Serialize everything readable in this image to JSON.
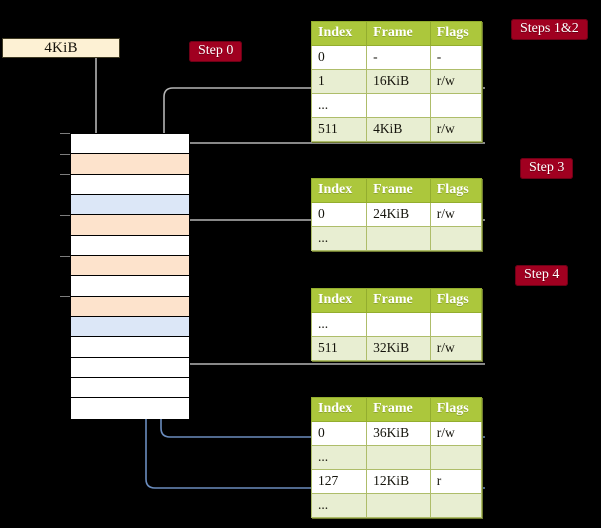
{
  "diagram": {
    "title": "multi-level-page-table-walk",
    "background": "#000000",
    "page_box": {
      "label": "4KiB"
    },
    "badges": [
      {
        "id": "step0",
        "label": "Step 0"
      },
      {
        "id": "steps1and2",
        "label": "Steps 1&2"
      },
      {
        "id": "step3",
        "label": "Step 3"
      },
      {
        "id": "step4",
        "label": "Step 4"
      }
    ],
    "colors": {
      "badge_bg": "#a00020",
      "badge_text": "#ffffff",
      "table_header_bg": "#acc73c",
      "table_header_text": "#ffffff",
      "table_shade_bg": "#e8eed2",
      "table_highlight_bg": "#fbf59a",
      "page_box_bg": "#fdf1d4",
      "memory_orange": "#fde3cc",
      "memory_blue": "#dce7f7",
      "memory_white": "#ffffff",
      "wire_gray": "#b5b5b5",
      "wire_blue": "#6a8cbe"
    },
    "memory_column": {
      "name": "physical-memory-frames",
      "row_count": 14,
      "rows": [
        {
          "fill": "white"
        },
        {
          "fill": "orange"
        },
        {
          "fill": "white"
        },
        {
          "fill": "blue"
        },
        {
          "fill": "orange"
        },
        {
          "fill": "white"
        },
        {
          "fill": "orange"
        },
        {
          "fill": "white"
        },
        {
          "fill": "orange"
        },
        {
          "fill": "blue"
        },
        {
          "fill": "white"
        },
        {
          "fill": "white"
        },
        {
          "fill": "white"
        },
        {
          "fill": "white"
        }
      ]
    },
    "tables": [
      {
        "id": "table-level-0",
        "headers": [
          "Index",
          "Frame",
          "Flags"
        ],
        "rows": [
          {
            "cells": [
              "0",
              "-",
              "-"
            ],
            "shaded": false,
            "highlight": false
          },
          {
            "cells": [
              "1",
              "16KiB",
              "r/w"
            ],
            "shaded": true,
            "highlight": false
          },
          {
            "cells": [
              "...",
              "",
              ""
            ],
            "shaded": false,
            "highlight": false
          },
          {
            "cells": [
              "511",
              "4KiB",
              "r/w"
            ],
            "shaded": true,
            "highlight": true
          }
        ]
      },
      {
        "id": "table-level-1",
        "headers": [
          "Index",
          "Frame",
          "Flags"
        ],
        "rows": [
          {
            "cells": [
              "0",
              "24KiB",
              "r/w"
            ],
            "shaded": false,
            "highlight": false
          },
          {
            "cells": [
              "...",
              "",
              ""
            ],
            "shaded": true,
            "highlight": false
          }
        ]
      },
      {
        "id": "table-level-2",
        "headers": [
          "Index",
          "Frame",
          "Flags"
        ],
        "rows": [
          {
            "cells": [
              "...",
              "",
              ""
            ],
            "shaded": false,
            "highlight": false
          },
          {
            "cells": [
              "511",
              "32KiB",
              "r/w"
            ],
            "shaded": true,
            "highlight": false
          }
        ]
      },
      {
        "id": "table-level-3",
        "headers": [
          "Index",
          "Frame",
          "Flags"
        ],
        "rows": [
          {
            "cells": [
              "0",
              "36KiB",
              "r/w"
            ],
            "shaded": false,
            "highlight": false
          },
          {
            "cells": [
              "...",
              "",
              ""
            ],
            "shaded": true,
            "highlight": false
          },
          {
            "cells": [
              "127",
              "12KiB",
              "r"
            ],
            "shaded": false,
            "highlight": false
          },
          {
            "cells": [
              "...",
              "",
              ""
            ],
            "shaded": true,
            "highlight": false
          }
        ]
      }
    ]
  }
}
